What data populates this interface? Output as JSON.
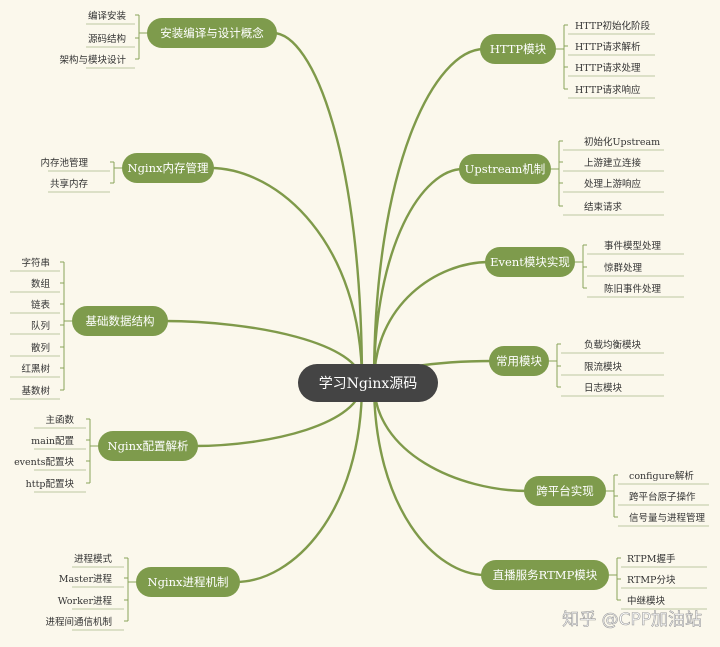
{
  "center": "学习Nginx源码",
  "branches": [
    {
      "label": "安装编译与设计概念",
      "items": [
        "编译安装",
        "源码结构",
        "架构与模块设计"
      ]
    },
    {
      "label": "Nginx内存管理",
      "items": [
        "内存池管理",
        "共享内存"
      ]
    },
    {
      "label": "基础数据结构",
      "items": [
        "字符串",
        "数组",
        "链表",
        "队列",
        "散列",
        "红黑树",
        "基数树"
      ]
    },
    {
      "label": "Nginx配置解析",
      "items": [
        "主函数",
        "main配置",
        "events配置块",
        "http配置块"
      ]
    },
    {
      "label": "Nginx进程机制",
      "items": [
        "进程模式",
        "Master进程",
        "Worker进程",
        "进程间通信机制"
      ]
    },
    {
      "label": "HTTP模块",
      "items": [
        "HTTP初始化阶段",
        "HTTP请求解析",
        "HTTP请求处理",
        "HTTP请求响应"
      ]
    },
    {
      "label": "Upstream机制",
      "items": [
        "初始化Upstream",
        "上游建立连接",
        "处理上游响应",
        "结束请求"
      ]
    },
    {
      "label": "Event模块实现",
      "items": [
        "事件模型处理",
        "惊群处理",
        "陈旧事件处理"
      ]
    },
    {
      "label": "常用模块",
      "items": [
        "负载均衡模块",
        "限流模块",
        "日志模块"
      ]
    },
    {
      "label": "跨平台实现",
      "items": [
        "configure解析",
        "跨平台原子操作",
        "信号量与进程管理"
      ]
    },
    {
      "label": "直播服务RTMP模块",
      "items": [
        "RTPM握手",
        "RTMP分块",
        "中继模块"
      ]
    }
  ],
  "watermark": "知乎 @CPP加油站",
  "colors": {
    "branch": "#7e9b4c",
    "center": "#444444",
    "background": "#fbf8ec"
  }
}
